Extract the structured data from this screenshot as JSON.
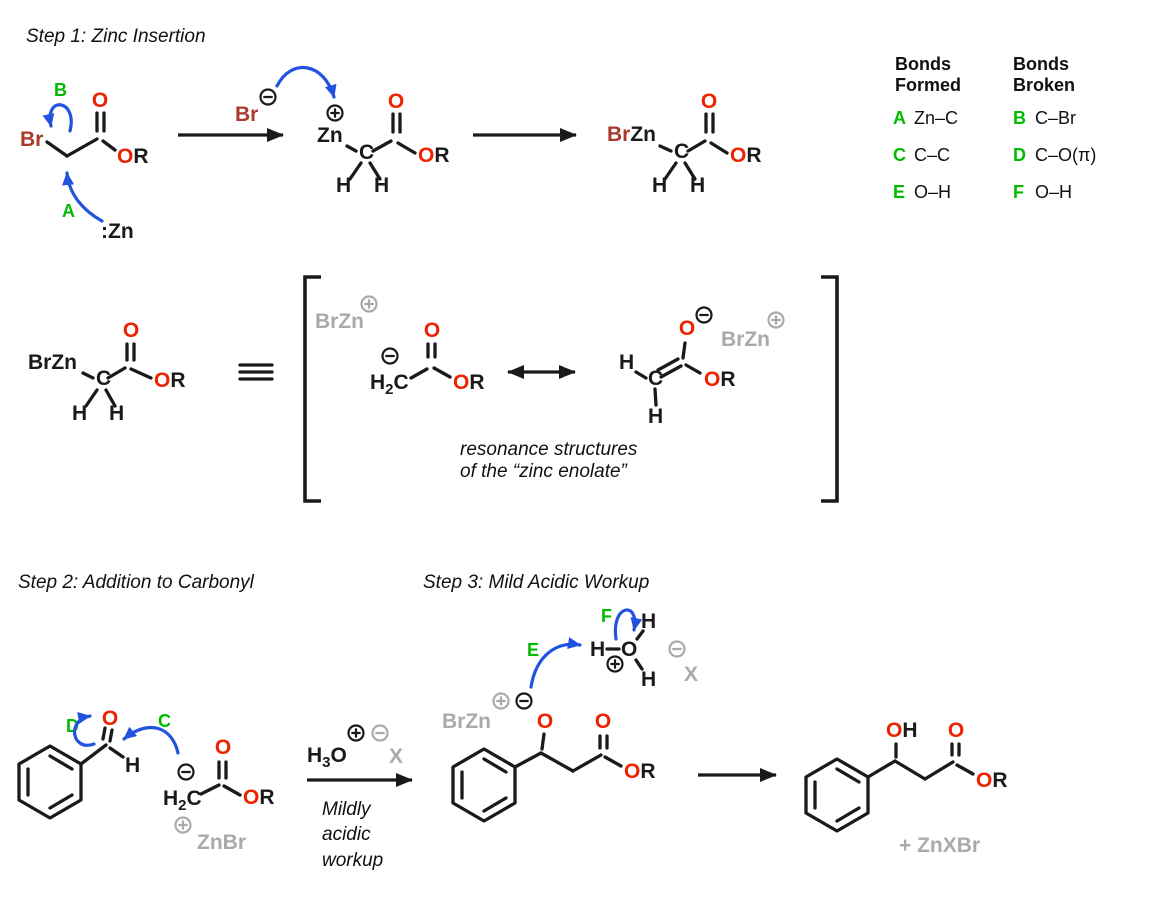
{
  "colors": {
    "heteroatom_red": "#ee2200",
    "bromine_maroon": "#a93a2e",
    "bond_label_green": "#00bb00",
    "arrow_blue": "#2152e0",
    "spectator_gray": "#aaaaaa",
    "ink_black": "#1a1a1a"
  },
  "icons": {
    "plus_charge": "⊕",
    "minus_charge": "⊖",
    "equivalence_sign": "≡",
    "resonance_arrow": "↔",
    "reaction_arrow": "→"
  },
  "step1": {
    "title": "Step 1: Zinc Insertion",
    "bond_labels": {
      "a": "A",
      "b": "B"
    },
    "bromoester": {
      "br": "Br",
      "carbonyl_o": "O",
      "ester_o": "O",
      "r": "R"
    },
    "zinc": ":Zn",
    "ion_pair": {
      "br": "Br",
      "zn": "Zn",
      "c": "C",
      "h_left": "H",
      "h_right": "H",
      "carbonyl_o": "O",
      "ester_o": "O",
      "r": "R"
    },
    "organozinc": {
      "br": "Br",
      "zn": "Zn",
      "c": "C",
      "h_left": "H",
      "h_right": "H",
      "carbonyl_o": "O",
      "ester_o": "O",
      "r": "R"
    }
  },
  "bonds_table": {
    "formed_header": [
      "Bonds",
      "Formed"
    ],
    "broken_header": [
      "Bonds",
      "Broken"
    ],
    "formed": [
      {
        "key": "A",
        "bond": "Zn–C"
      },
      {
        "key": "C",
        "bond": "C–C"
      },
      {
        "key": "E",
        "bond": "O–H"
      }
    ],
    "broken": [
      {
        "key": "B",
        "bond": "C–Br"
      },
      {
        "key": "D",
        "bond": "C–O(π)"
      },
      {
        "key": "F",
        "bond": "O–H"
      }
    ]
  },
  "equivalence": {
    "organozinc": {
      "brzn": "BrZn",
      "c": "C",
      "h_left": "H",
      "h_right": "H",
      "carbonyl_o": "O",
      "ester_o": "O",
      "r": "R"
    },
    "resonance_left": {
      "cation": "BrZn",
      "h": "H",
      "sub": "2",
      "c": "C",
      "carbonyl_o": "O",
      "ester_o": "O",
      "r": "R"
    },
    "resonance_right": {
      "h_top": "H",
      "c": "C",
      "h_bottom": "H",
      "enolate_o": "O",
      "ester_o": "O",
      "r": "R",
      "cation": "BrZn"
    },
    "caption": [
      "resonance structures",
      "of the “zinc enolate”"
    ]
  },
  "step2": {
    "title": "Step 2: Addition to Carbonyl",
    "bond_labels": {
      "c": "C",
      "d": "D"
    },
    "benzaldehyde": {
      "carbonyl_o": "O",
      "h": "H"
    },
    "zinc_enolate": {
      "h": "H",
      "sub": "2",
      "c": "C",
      "carbonyl_o": "O",
      "ester_o": "O",
      "r": "R",
      "counterion": "ZnBr"
    },
    "conditions": {
      "reagent_h": "H",
      "reagent_sub": "3",
      "reagent_o": "O",
      "counterion": "X",
      "note": [
        "Mildly",
        "acidic",
        "workup"
      ]
    }
  },
  "step3": {
    "title": "Step 3: Mild Acidic Workup",
    "bond_labels": {
      "e": "E",
      "f": "F"
    },
    "hydronium": {
      "h_left": "H",
      "o": "O",
      "h_top": "H",
      "h_bottom": "H"
    },
    "counterion": "X",
    "alkoxide": {
      "cation": "BrZn",
      "alkoxide_o": "O",
      "carbonyl_o": "O",
      "ester_o": "O",
      "r": "R"
    },
    "product": {
      "hydroxyl_o": "O",
      "hydroxyl_h": "H",
      "carbonyl_o": "O",
      "ester_o": "O",
      "r": "R",
      "byproduct": "+ ZnXBr"
    }
  }
}
